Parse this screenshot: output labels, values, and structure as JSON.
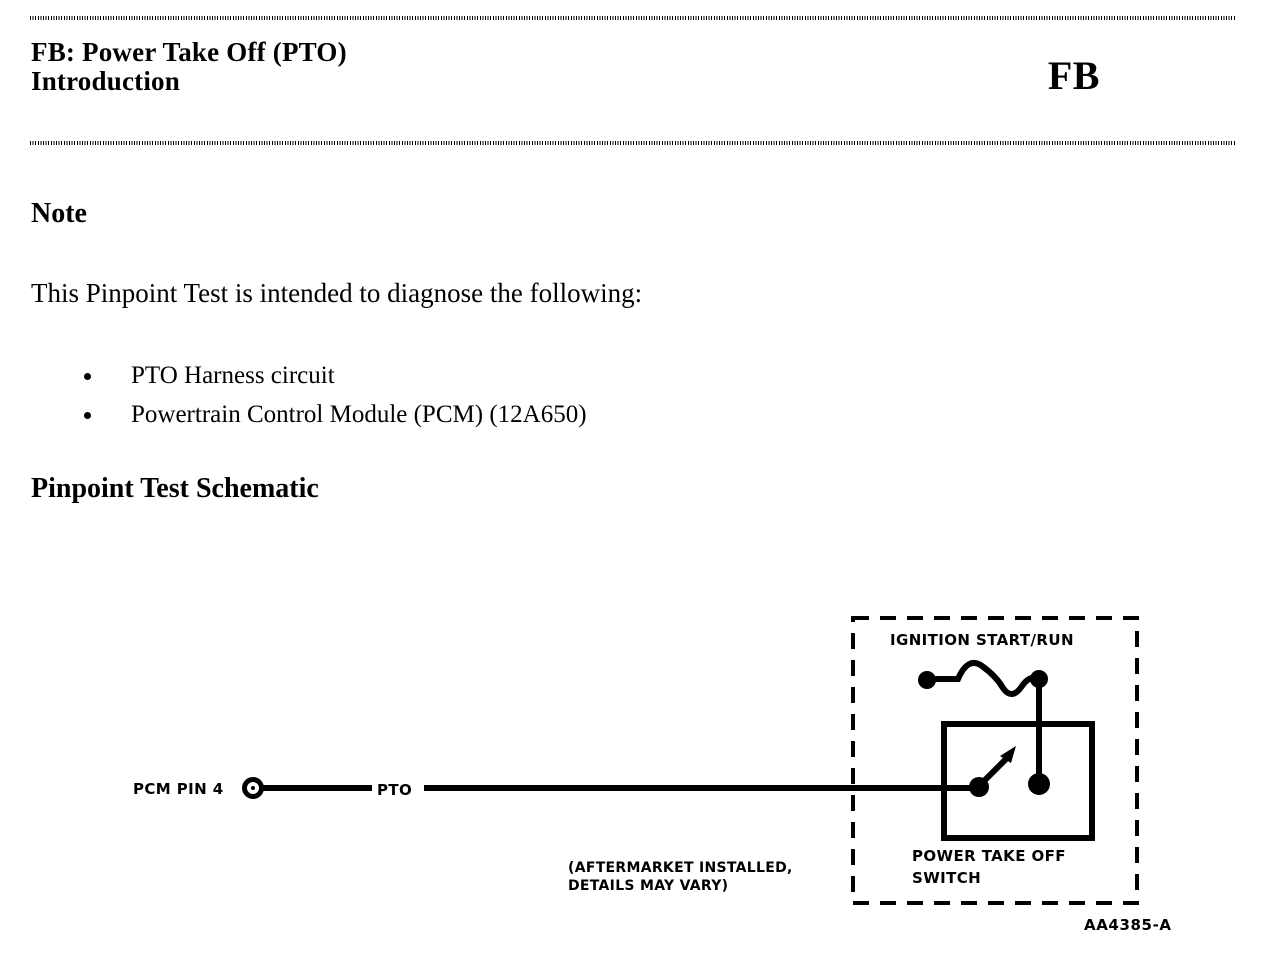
{
  "header": {
    "title_line1": "FB: Power Take Off (PTO)",
    "title_line2": "Introduction",
    "section_code": "FB"
  },
  "content": {
    "note_heading": "Note",
    "intro_paragraph": "This Pinpoint Test is intended to diagnose the following:",
    "bullets": [
      "PTO Harness circuit",
      "Powertrain Control Module (PCM) (12A650)"
    ],
    "schematic_heading": "Pinpoint Test Schematic"
  },
  "schematic": {
    "pcm_pin_label": "PCM PIN 4",
    "pto_label": "PTO",
    "ignition_label": "IGNITION START/RUN",
    "switch_label_line1": "POWER TAKE OFF",
    "switch_label_line2": "SWITCH",
    "aftermarket_note_line1": "(AFTERMARKET INSTALLED,",
    "aftermarket_note_line2": "DETAILS MAY VARY)",
    "figure_id": "AA4385-A",
    "line_color": "#000000",
    "background_color": "#ffffff"
  }
}
